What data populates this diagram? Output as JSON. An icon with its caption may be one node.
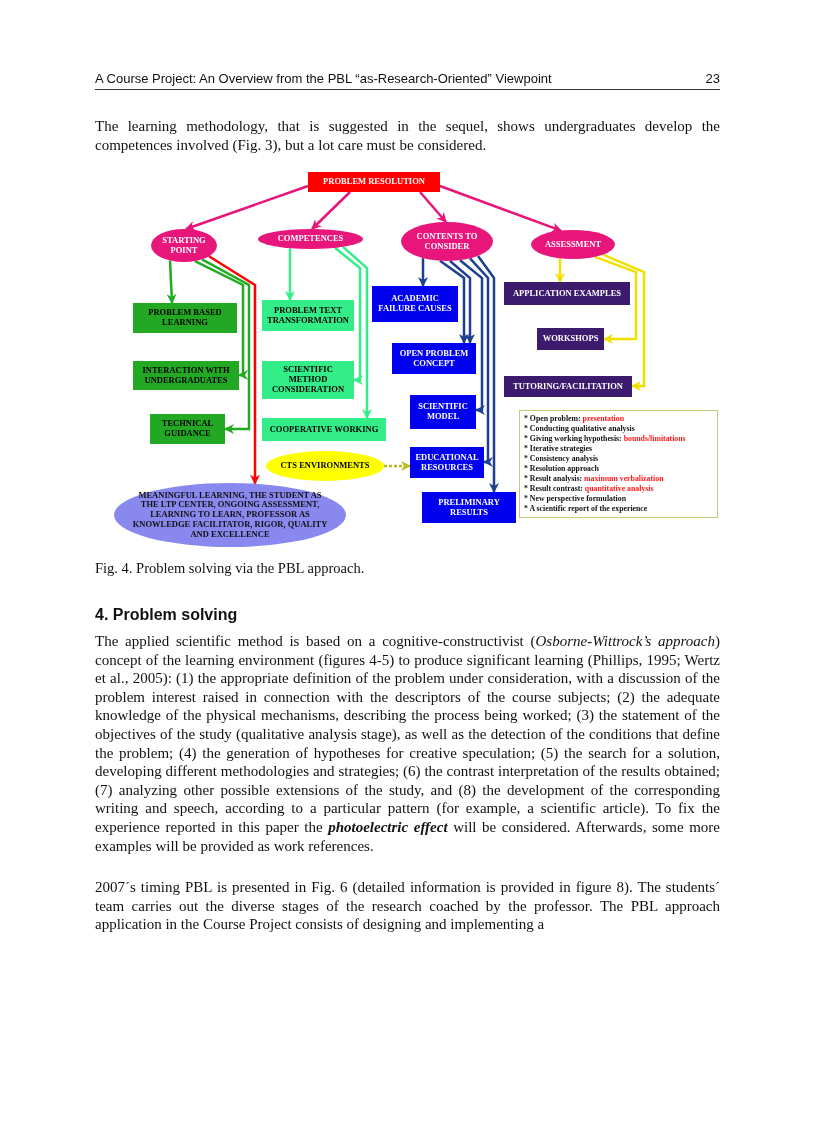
{
  "diagram": {
    "title": "A Course Project: An Overview from the PBL “as-Research-Oriented” Viewpoint",
    "caption": "Fig. 4. Problem solving via the PBL approach.",
    "nodes": [
      {
        "text": [
          "PROBLEM RESOLUTION"
        ]
      },
      {
        "text": [
          "STARTING POINT"
        ]
      },
      {
        "text": [
          "COMPETENCES"
        ]
      },
      {
        "text": [
          "CONTENTS TO CONSIDER"
        ]
      },
      {
        "text": [
          "ASSESSMENT"
        ]
      },
      {
        "text": [
          "PROBLEM BASED LEARNING"
        ]
      },
      {
        "text": [
          "PROBLEM TEXT TRANSFORMATION"
        ]
      },
      {
        "text": [
          "ACADEMIC FAILURE CAUSES"
        ]
      },
      {
        "text": [
          "APPLICATION EXAMPLES"
        ]
      },
      {
        "text": [
          "WORKSHOPS"
        ]
      },
      {
        "text": [
          "INTERACTION WITH UNDERGRADUATES"
        ]
      },
      {
        "text": [
          "SCIENTIFIC METHOD CONSIDERATION"
        ]
      },
      {
        "text": [
          "OPEN PROBLEM CONCEPT"
        ]
      },
      {
        "text": [
          "TUTORING/FACILITATION"
        ]
      },
      {
        "text": [
          "SCIENTIFIC MODEL"
        ]
      },
      {
        "text": [
          "TECHNICAL GUIDANCE"
        ]
      },
      {
        "text": [
          "COOPERATIVE WORKING"
        ]
      },
      {
        "text": [
          "CTS ENVIRONMENTS"
        ]
      },
      {
        "text": [
          "EDUCATIONAL RESOURCES"
        ]
      },
      {
        "text": [
          "MEANINGFUL LEARNING, THE STUDENT AS THE LTP CENTER, ONGOING ASSESSMENT, LEARNING TO LEARN, PROFESSOR AS KNOWLEDGE FACILITATOR, RIGOR, QUALITY AND EXCELLENCE"
        ]
      },
      {
        "text": [
          "PRELIMINARY RESULTS"
        ]
      },
      {
        "text": [
          "* Open problem: presentation",
          "* Conducting qualitative analysis",
          "* Giving working hypothesis: bounds/limitations",
          "* Iterative strategies",
          "* Consistency analysis",
          "* Resolution approach",
          "* Result analysis: maximum verbalization",
          "* Result contrast: quantitative analysis",
          "* New perspective formulation",
          "* A scientific report of the experience"
        ]
      }
    ],
    "edges": [
      {
        "from": 0,
        "to": 1,
        "arrow": "to",
        "color": "#e8157a"
      },
      {
        "from": 0,
        "to": 2,
        "arrow": "to",
        "color": "#e8157a"
      },
      {
        "from": 0,
        "to": 3,
        "arrow": "to",
        "color": "#e8157a"
      },
      {
        "from": 0,
        "to": 4,
        "arrow": "to",
        "color": "#e8157a"
      },
      {
        "from": 1,
        "to": 5,
        "arrow": "to",
        "color": "#22aa22"
      },
      {
        "from": 1,
        "to": 10,
        "arrow": "to",
        "color": "#22aa22"
      },
      {
        "from": 1,
        "to": 15,
        "arrow": "to",
        "color": "#22aa22"
      },
      {
        "from": 1,
        "to": 19,
        "arrow": "to",
        "color": "#ff0000"
      },
      {
        "from": 2,
        "to": 6,
        "arrow": "to",
        "color": "#33ee88"
      },
      {
        "from": 2,
        "to": 11,
        "arrow": "to",
        "color": "#33ee88"
      },
      {
        "from": 2,
        "to": 16,
        "arrow": "to",
        "color": "#33ee88"
      },
      {
        "from": 3,
        "to": 7,
        "arrow": "to",
        "color": "#1f3f8f"
      },
      {
        "from": 3,
        "to": 12,
        "arrow": "to",
        "color": "#1f3f8f"
      },
      {
        "from": 3,
        "to": 12,
        "arrow": "to",
        "color": "#1f3f8f"
      },
      {
        "from": 3,
        "to": 14,
        "arrow": "to",
        "color": "#1f3f8f"
      },
      {
        "from": 3,
        "to": 18,
        "arrow": "to",
        "color": "#1f3f8f"
      },
      {
        "from": 3,
        "to": 20,
        "arrow": "to",
        "color": "#1f3f8f"
      },
      {
        "from": 4,
        "to": 8,
        "arrow": "to",
        "color": "#f0e000"
      },
      {
        "from": 4,
        "to": 9,
        "arrow": "to",
        "color": "#f0e000"
      },
      {
        "from": 4,
        "to": 13,
        "arrow": "to",
        "color": "#f0e000"
      },
      {
        "from": 17,
        "to": 18,
        "arrow": "to",
        "style": "dashed",
        "color": "#b8b820"
      }
    ],
    "labels": [
      "23",
      "The learning methodology, that is suggested in the sequel, shows undergraduates develop the competences involved (Fig. 3), but a lot care must be considered.",
      "4. Problem solving",
      "The applied scientific method is based on a cognitive-constructivist (*Osborne-Wittrock’s approach*) concept of the learning environment (figures 4-5) to produce significant learning (Phillips, 1995; Wertz et al., 2005): (1) the appropriate definition of the problem under consideration, with a discussion of the problem interest raised in connection with the descriptors of the course subjects; (2) the adequate knowledge of the physical mechanisms, describing the process being worked; (3) the statement of the objectives of the study (qualitative analysis stage), as well as the detection of the conditions that define the problem; (4) the generation of hypotheses for creative speculation; (5) the search for a solution, developing different methodologies and strategies; (6) the contrast interpretation of the results obtained; (7) analyzing other possible extensions of the study, and (8) the development of the corresponding writing and speech, according to a particular pattern (for example, a scientific article). To fix the experience reported in this paper the **photoelectric effect** will be considered. Afterwards, some more examples will be provided as work references.",
      "2007´s timing PBL is presented in Fig. 6 (detailed information is provided in figure 8). The students´ team carries out the diverse stages of the research coached by the professor. The PBL approach application in the Course Project consists of designing and implementing a"
    ]
  }
}
